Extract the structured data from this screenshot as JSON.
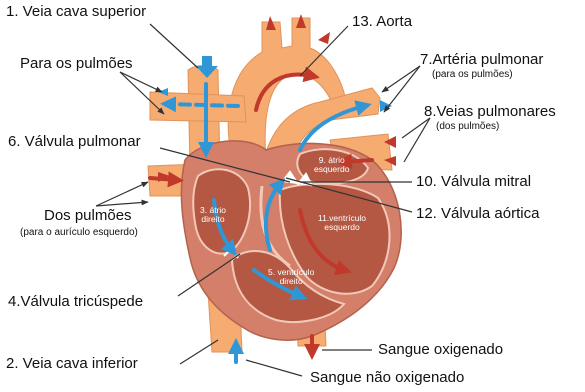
{
  "labels": {
    "veia_cava_superior": "1. Veia cava superior",
    "para_os_pulmoes": "Para os pulmões",
    "valvula_pulmonar": "6. Válvula pulmonar",
    "dos_pulmoes": "Dos pulmões",
    "dos_pulmoes_sub": "(para o aurículo esquerdo)",
    "valvula_tricuspede": "4.Válvula tricúspede",
    "veia_cava_inferior": "2. Veia cava inferior",
    "aorta": "13. Aorta",
    "arteria_pulmonar": "7.Artéria pulmonar",
    "arteria_pulmonar_sub": "(para os pulmões)",
    "veias_pulmonares": "8.Veias pulmonares",
    "veias_pulmonares_sub": "(dos pulmões)",
    "valvula_mitral": "10. Válvula mitral",
    "valvula_aortica": "12. Válvula aórtica",
    "sangue_oxigenado": "Sangue oxigenado",
    "sangue_nao_oxigenado": "Sangue não oxigenado"
  },
  "chambers": {
    "atrio_esquerdo_num": "9.",
    "atrio_esquerdo_1": "átrio",
    "atrio_esquerdo_2": "esquerdo",
    "atrio_direito_num": "3.",
    "atrio_direito_1": "átrio",
    "atrio_direito_2": "direito",
    "ventriculo_esquerdo_1": "11.ventrículo",
    "ventriculo_esquerdo_2": "esquerdo",
    "ventriculo_direito_1": "5. ventrículo",
    "ventriculo_direito_2": "direito"
  },
  "colors": {
    "deoxygenated_arrow": "#2f97d6",
    "oxygenated_arrow": "#c0392b",
    "vessel": "#f4a86b",
    "muscle": "#c0604a"
  }
}
